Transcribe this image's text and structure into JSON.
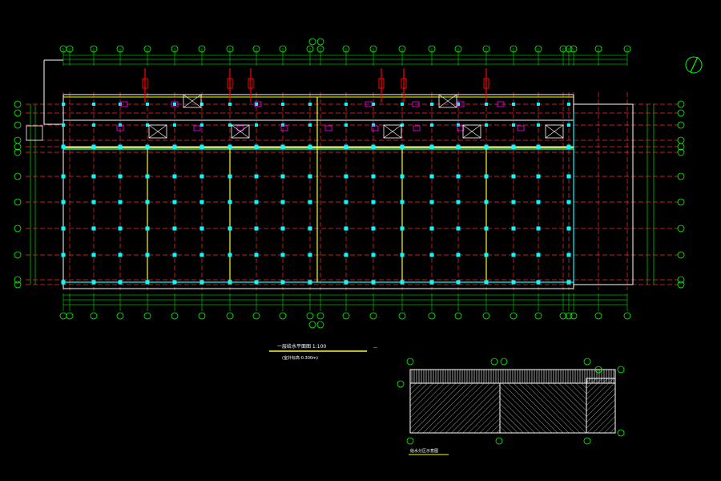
{
  "plan": {
    "title": "一层给水平面图  1:100",
    "note": "(室外标高-0.300m)"
  },
  "key_plan": {
    "caption": "给水分区示意图"
  },
  "colors": {
    "background": "#000000",
    "grid_line": "#ff2b2b",
    "wall": "#ffffff",
    "dimension": "#00ff00",
    "column": "#00ffff",
    "pipe": "#ffff00",
    "fixture": "#ff00ff",
    "riser": "#ff0000"
  }
}
